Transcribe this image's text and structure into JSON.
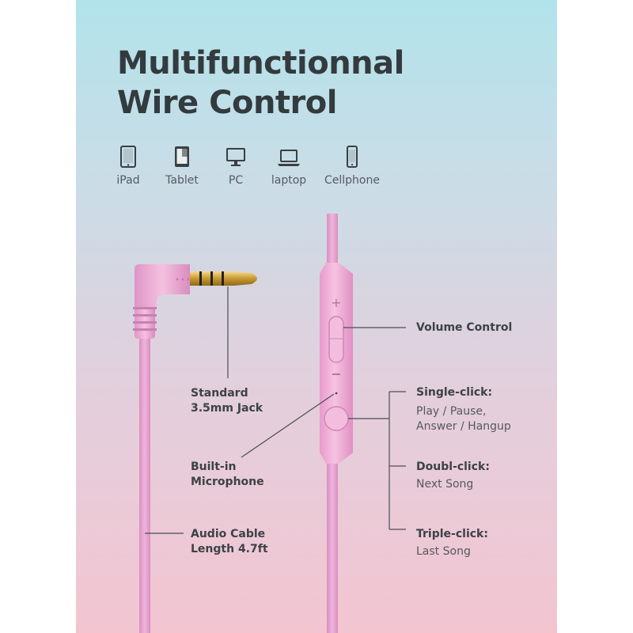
{
  "title": {
    "line1": "Multifunctionnal",
    "line2": "Wire Control"
  },
  "devices": [
    {
      "label": "iPad",
      "icon": "ipad-icon"
    },
    {
      "label": "Tablet",
      "icon": "tablet-icon"
    },
    {
      "label": "PC",
      "icon": "pc-monitor-icon"
    },
    {
      "label": "laptop",
      "icon": "laptop-icon"
    },
    {
      "label": "Cellphone",
      "icon": "cellphone-icon"
    }
  ],
  "callouts": {
    "jack": {
      "line1": "Standard",
      "line2": "3.5mm Jack"
    },
    "mic": {
      "line1": "Built-in",
      "line2": "Microphone"
    },
    "cable": {
      "line1": "Audio Cable",
      "line2": "Length 4.7ft"
    },
    "volume": {
      "label": "Volume Control"
    },
    "single": {
      "heading": "Single-click:",
      "line1": "Play / Pause,",
      "line2": "Answer / Hangup"
    },
    "double": {
      "heading": "Doubl-click:",
      "line1": "Next Song"
    },
    "triple": {
      "heading": "Triple-click:",
      "line1": "Last Song"
    }
  },
  "colors": {
    "cable_pink": "#e6a4cf",
    "title_gray": "#333b3f",
    "gold": "#d6b25a"
  }
}
